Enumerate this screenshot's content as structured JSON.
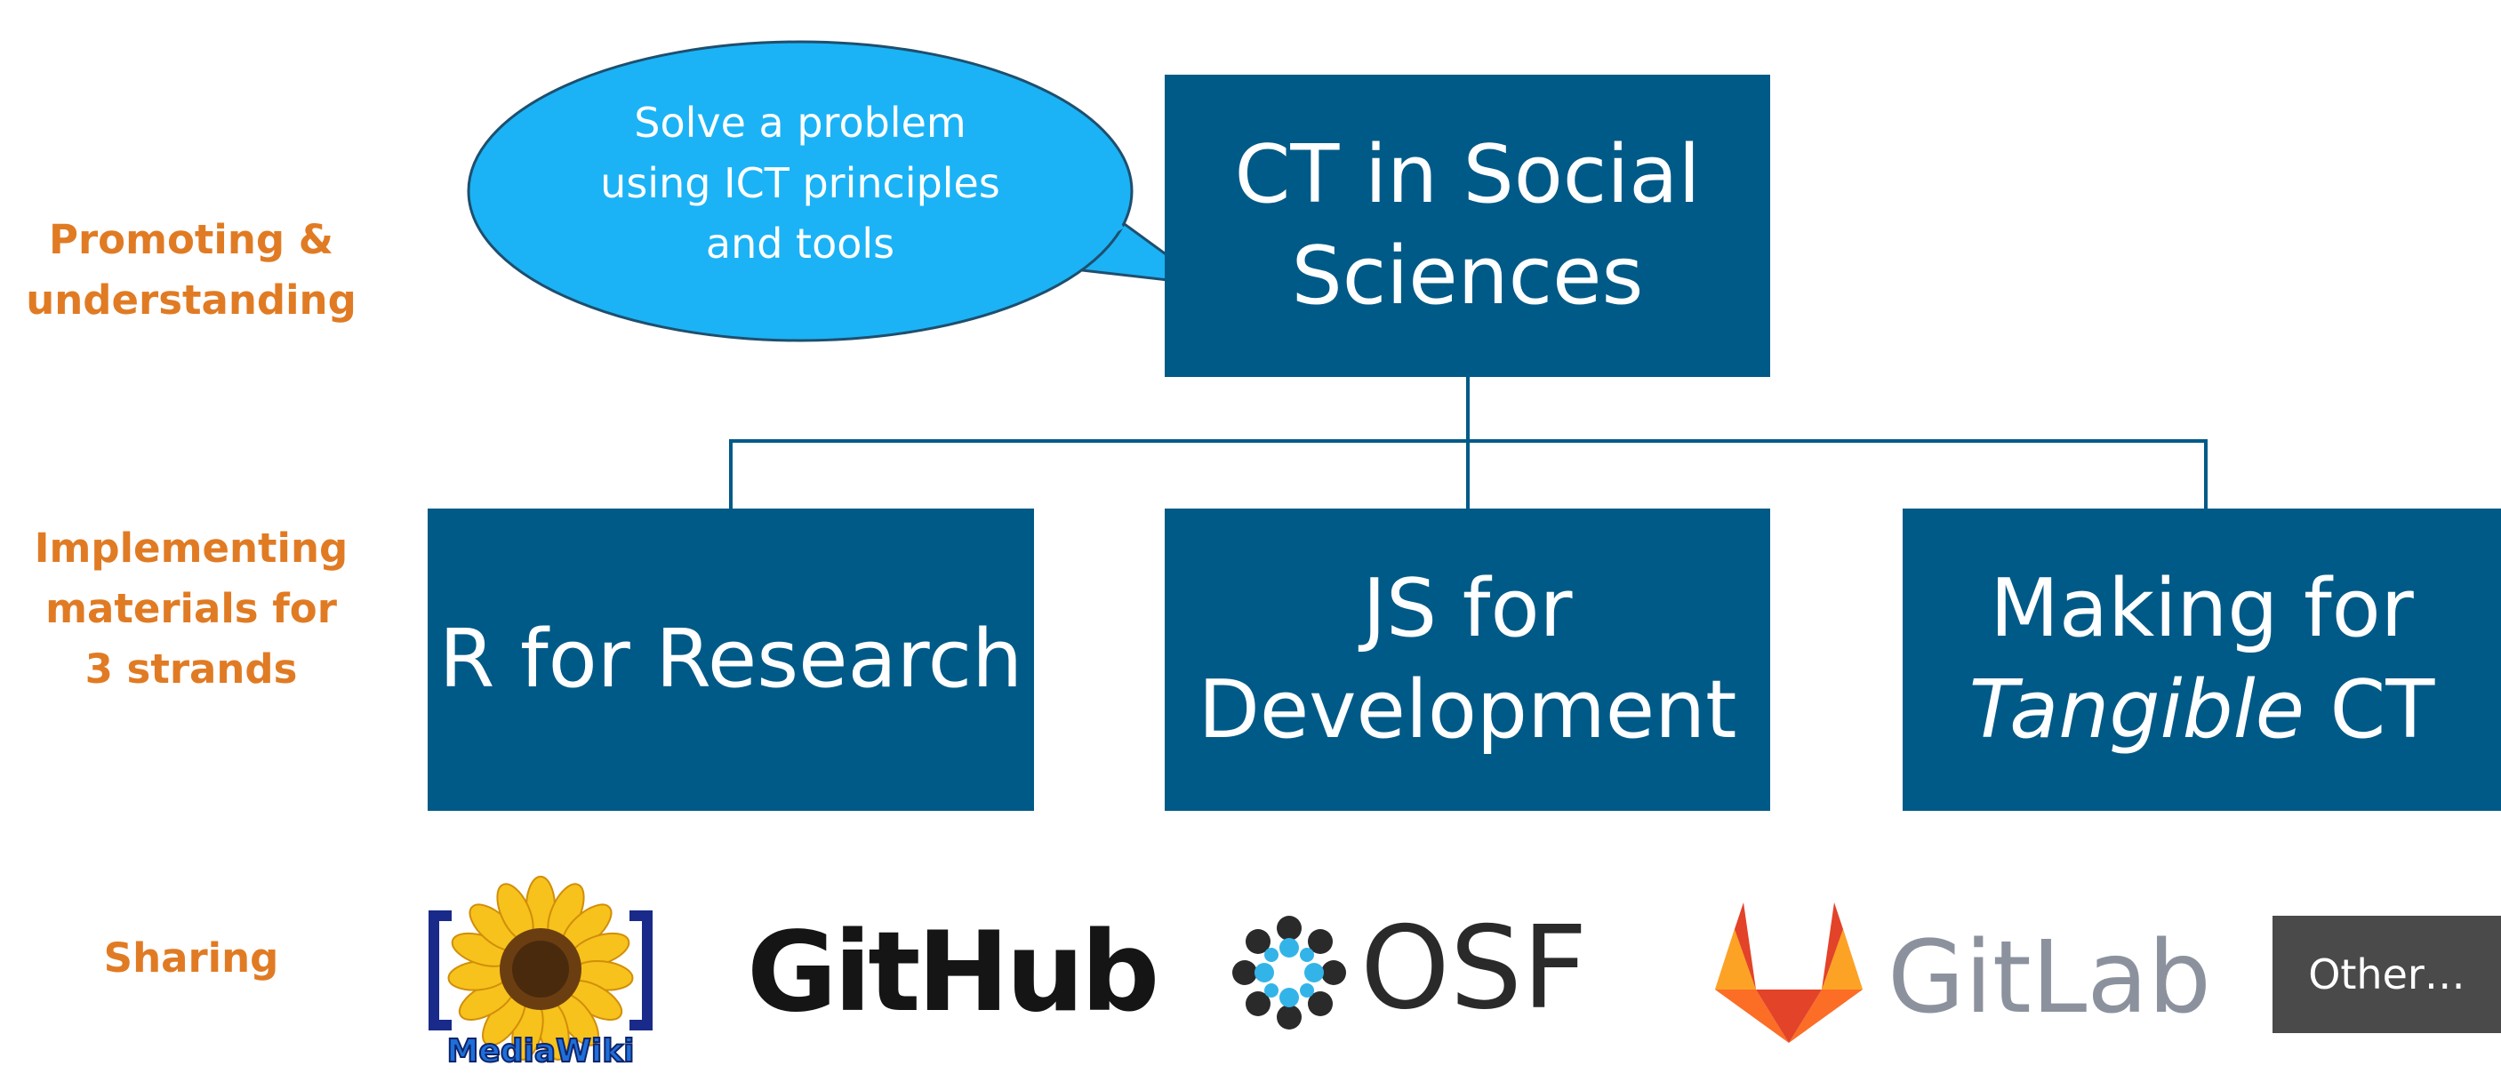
{
  "side_labels": {
    "promoting": [
      "Promoting &",
      "understanding"
    ],
    "implementing": [
      "Implementing",
      "materials for",
      "3 strands"
    ],
    "sharing": "Sharing"
  },
  "root": {
    "lines": [
      "CT in Social",
      "Sciences"
    ]
  },
  "bubble": {
    "lines": [
      "Solve a problem",
      "using  ICT principles",
      "and tools"
    ]
  },
  "strands": {
    "r": {
      "lines": [
        "R for Research"
      ]
    },
    "js": {
      "lines": [
        "JS for",
        "Development"
      ]
    },
    "making": {
      "line1": "Making for",
      "line2_italic": "Tangible",
      "line2_rest": " CT"
    }
  },
  "logos": {
    "mediawiki": "MediaWiki",
    "github": "GitHub",
    "osf": "OSF",
    "gitlab": "GitLab",
    "other": "Other…"
  },
  "colors": {
    "box": "#005A87",
    "orange": "#E07B24",
    "bubble": "#1BB3F5",
    "other_bg": "#4A4A4A"
  }
}
